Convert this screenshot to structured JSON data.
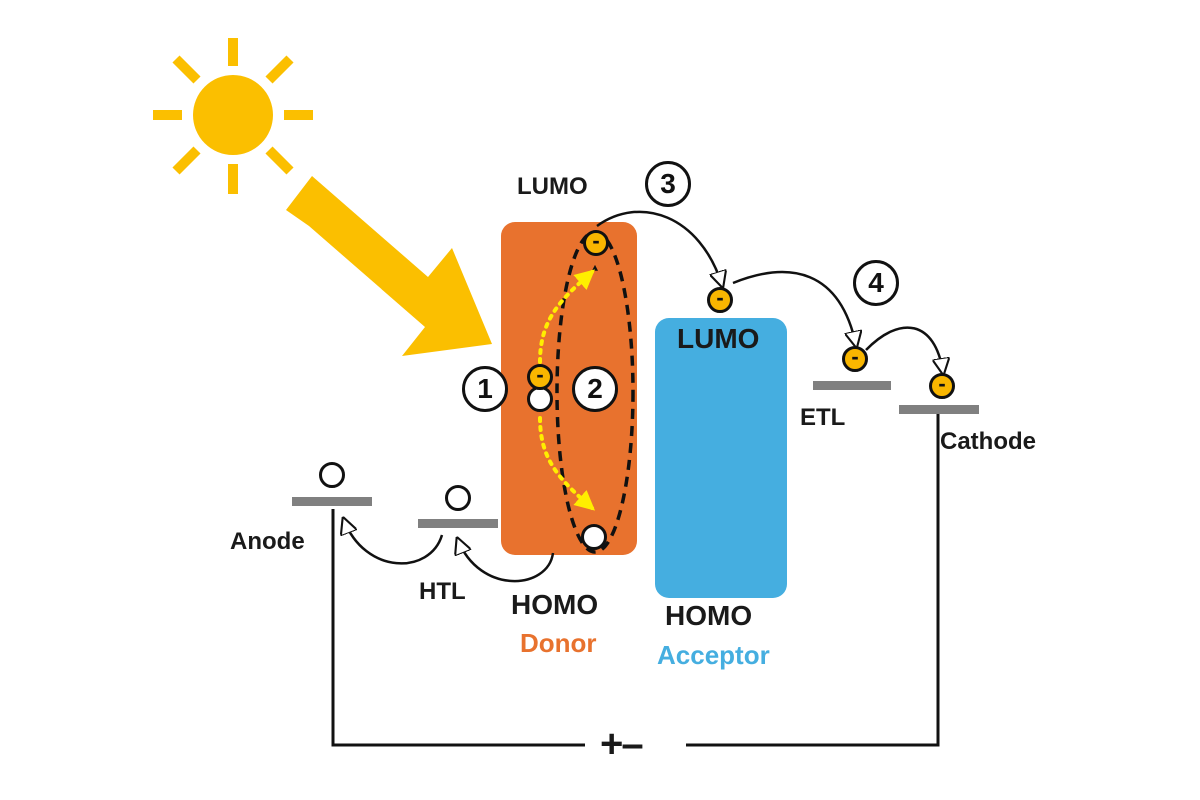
{
  "colors": {
    "sun": "#fbbf00",
    "donor": "#e8722e",
    "acceptor": "#45aee0",
    "electron": "#f9b600",
    "level": "#808080",
    "transfer_arrow": "#ffee00"
  },
  "labels": {
    "donor_lumo": "LUMO",
    "donor_homo": "HOMO",
    "donor": "Donor",
    "acceptor_lumo": "LUMO",
    "acceptor_homo": "HOMO",
    "acceptor": "Acceptor",
    "anode": "Anode",
    "htl": "HTL",
    "etl": "ETL",
    "cathode": "Cathode",
    "battery": "+–",
    "electron_sign": "-"
  },
  "steps": [
    "1",
    "2",
    "3",
    "4"
  ]
}
